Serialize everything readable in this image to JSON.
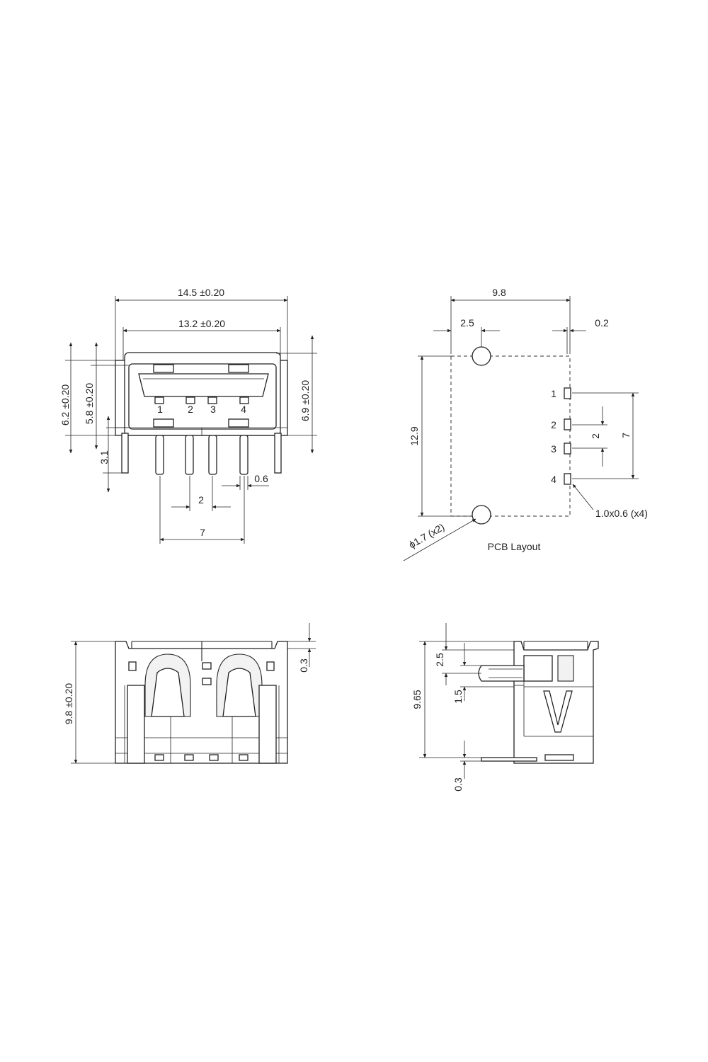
{
  "front_view": {
    "width_overall": "14.5 ±0.20",
    "width_inner": "13.2 ±0.20",
    "height_left_outer": "6.2 ±0.20",
    "height_left_inner": "5.8 ±0.20",
    "height_right": "6.9 ±0.20",
    "pin_offset": "3.1",
    "pin_width": "0.6",
    "pin_pitch": "2",
    "pin_span": "7",
    "pin_labels": [
      "1",
      "2",
      "3",
      "4"
    ]
  },
  "pcb_layout": {
    "title": "PCB Layout",
    "width": "9.8",
    "hole_offset": "2.5",
    "edge_offset": "0.2",
    "height": "12.9",
    "pad_pitch": "2",
    "pad_span": "7",
    "pad_size": "1.0x0.6 (x4)",
    "hole_dia": "ϕ1.7 (x2)",
    "pad_labels": [
      "1",
      "2",
      "3",
      "4"
    ]
  },
  "rear_view": {
    "height": "9.8 ±0.20",
    "top_step": "0.3"
  },
  "side_view": {
    "height": "9.65",
    "contact_height": "2.5",
    "contact_offset": "1.5",
    "bottom_step": "0.3"
  }
}
